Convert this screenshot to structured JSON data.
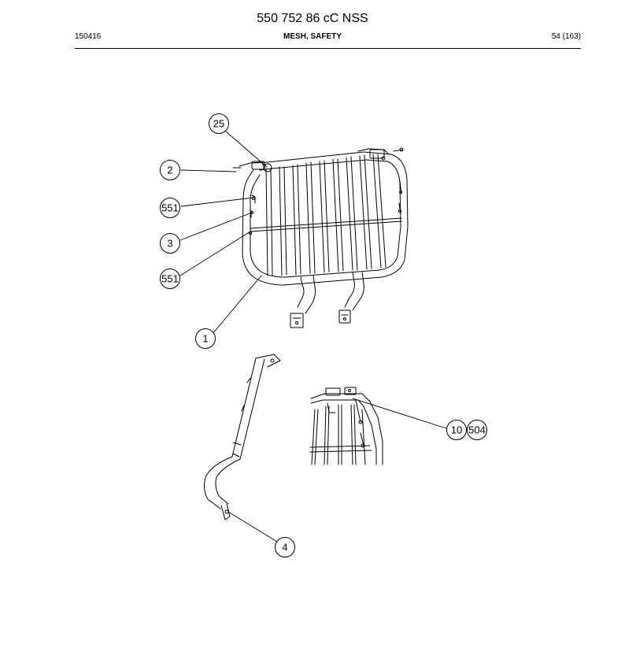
{
  "header": {
    "document_number": "550 752 86 cC NSS",
    "date_code": "150416",
    "section_title": "MESH, SAFETY",
    "page_info": "54 (163)"
  },
  "callouts": {
    "c25": "25",
    "c2": "2",
    "c551a": "551",
    "c3": "3",
    "c551b": "551",
    "c1": "1",
    "c10": "10",
    "c504": "504",
    "c4": "4"
  }
}
